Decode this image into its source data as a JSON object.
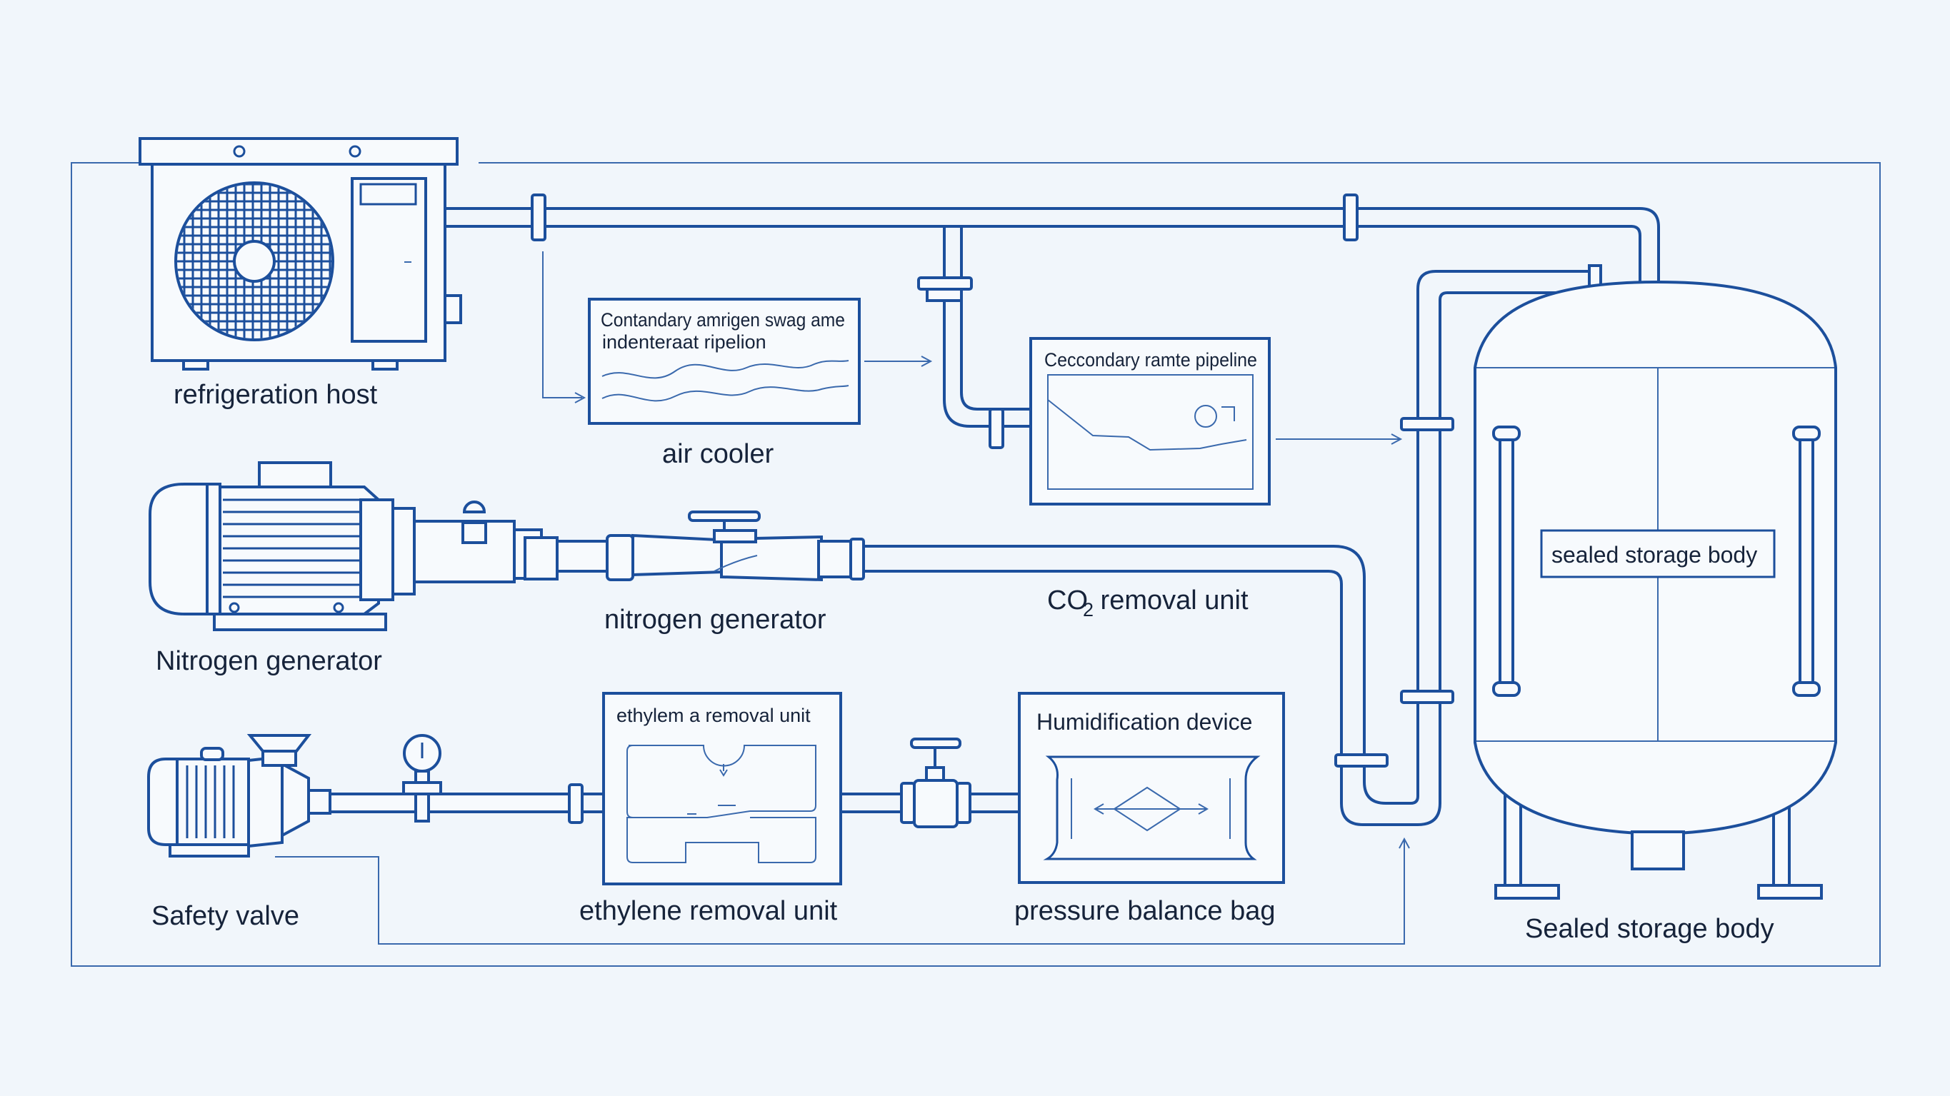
{
  "labels": {
    "refrigeration_host": "refrigeration host",
    "air_cooler": "air cooler",
    "air_cooler_panel_line1": "Contandary amrigen swag ame",
    "air_cooler_panel_line2": "indenteraat ripelion",
    "pipeline_panel": "Ceccondary ramte pipeline",
    "nitrogen_generator_left": "Nitrogen generator",
    "nitrogen_generator": "nitrogen generator",
    "co2_prefix": "CO",
    "co2_subscript": "2",
    "co2_suffix": " removal unit",
    "storage_body_tag": "sealed storage body",
    "storage_body": "Sealed storage body",
    "safety_valve": "Safety valve",
    "ethylene_panel_title": "ethylem a removal unit",
    "ethylene_removal_unit": "ethylene removal unit",
    "humidification_device": "Humidification device",
    "pressure_balance_bag": "pressure balance bag"
  },
  "colors": {
    "line": "#1c4f9c",
    "background": "#f1f6fb",
    "text": "#16233a"
  }
}
